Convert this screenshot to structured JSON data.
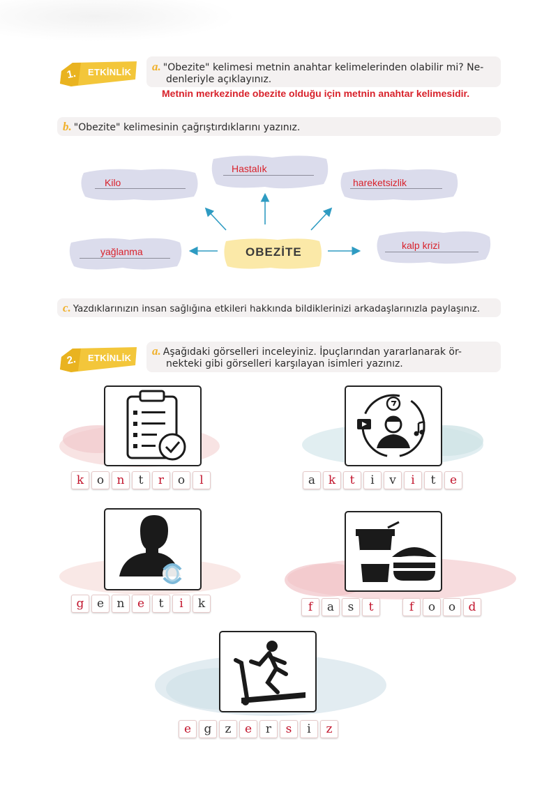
{
  "activity1": {
    "badge_number": "1.",
    "badge_label": "ETKİNLİK",
    "question_a": {
      "marker": "a.",
      "line1": "\"Obezite\" kelimesi metnin anahtar kelimelerinden olabilir mi? Ne-",
      "line2": "denleriyle açıklayınız.",
      "answer": "Metnin merkezinde obezite olduğu için metnin anahtar kelimesidir."
    },
    "question_b": {
      "marker": "b.",
      "text": "\"Obezite\" kelimesinin çağrıştırdıklarını yazınız."
    },
    "mindmap": {
      "center": "OBEZİTE",
      "items": [
        "Kilo",
        "Hastalık",
        "hareketsizlik",
        "yağlanma",
        "kalp krizi"
      ]
    },
    "question_c": {
      "marker": "c.",
      "text": "Yazdıklarınızın insan sağlığına etkileri hakkında bildiklerinizi arkadaşlarınızla paylaşınız."
    }
  },
  "activity2": {
    "badge_number": "2.",
    "badge_label": "ETKİNLİK",
    "question_a": {
      "marker": "a.",
      "line1": "Aşağıdaki görselleri inceleyiniz. İpuçlarından yararlanarak ör-",
      "line2": "nekteki gibi görselleri karşılayan isimleri yazınız."
    },
    "words": [
      {
        "icon": "clipboard-checklist-icon",
        "letters": [
          "k",
          "o",
          "n",
          "t",
          "r",
          "o",
          "l"
        ],
        "red": [
          0,
          2,
          4,
          6
        ]
      },
      {
        "icon": "person-activities-icon",
        "letters": [
          "a",
          "k",
          "t",
          "i",
          "v",
          "i",
          "t",
          "e"
        ],
        "red": [
          1,
          2,
          5,
          7
        ]
      },
      {
        "icon": "person-silhouette-dna-icon",
        "letters": [
          "g",
          "e",
          "n",
          "e",
          "t",
          "i",
          "k"
        ],
        "red": [
          0,
          3,
          5
        ]
      },
      {
        "icon": "fast-food-icon",
        "letters": [
          "f",
          "a",
          "s",
          "t",
          " ",
          "f",
          "o",
          "o",
          "d"
        ],
        "red": [
          0,
          3,
          5,
          8
        ]
      },
      {
        "icon": "treadmill-runner-icon",
        "letters": [
          "e",
          "g",
          "z",
          "e",
          "r",
          "s",
          "i",
          "z"
        ],
        "red": [
          0,
          3,
          5,
          7
        ]
      }
    ]
  },
  "colors": {
    "badge_yellow": "#f3c63a",
    "answer_red": "#d8222b",
    "marker_orange": "#f0b12c",
    "cloud_lavender": "#d7d8ea",
    "center_yellow": "#fbe9a8",
    "arrow_teal": "#2e9bc2"
  }
}
